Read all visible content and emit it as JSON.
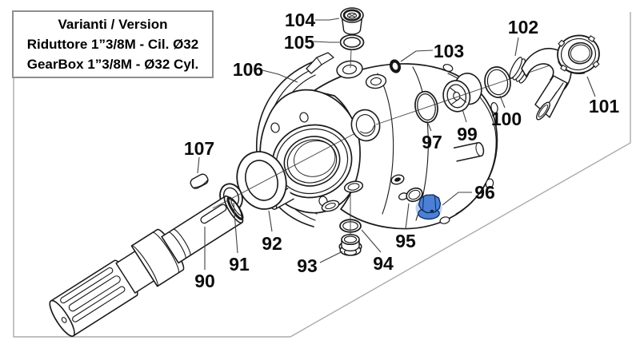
{
  "variant_box": {
    "title": "Varianti / Version",
    "line_it": "Riduttore 1”3/8M - Cil. Ø32",
    "line_en": "GearBox 1”3/8M - Ø32 Cyl."
  },
  "parts": [
    {
      "number": "90"
    },
    {
      "number": "91"
    },
    {
      "number": "92"
    },
    {
      "number": "93"
    },
    {
      "number": "94"
    },
    {
      "number": "95"
    },
    {
      "number": "96"
    },
    {
      "number": "97"
    },
    {
      "number": "99"
    },
    {
      "number": "100"
    },
    {
      "number": "101"
    },
    {
      "number": "102"
    },
    {
      "number": "103"
    },
    {
      "number": "104"
    },
    {
      "number": "105"
    },
    {
      "number": "106"
    },
    {
      "number": "107"
    }
  ],
  "colors": {
    "highlight": "#4b80d4",
    "highlight_halo": "#bcd2f0",
    "line": "#1a1a1a",
    "frame": "#ababab"
  }
}
